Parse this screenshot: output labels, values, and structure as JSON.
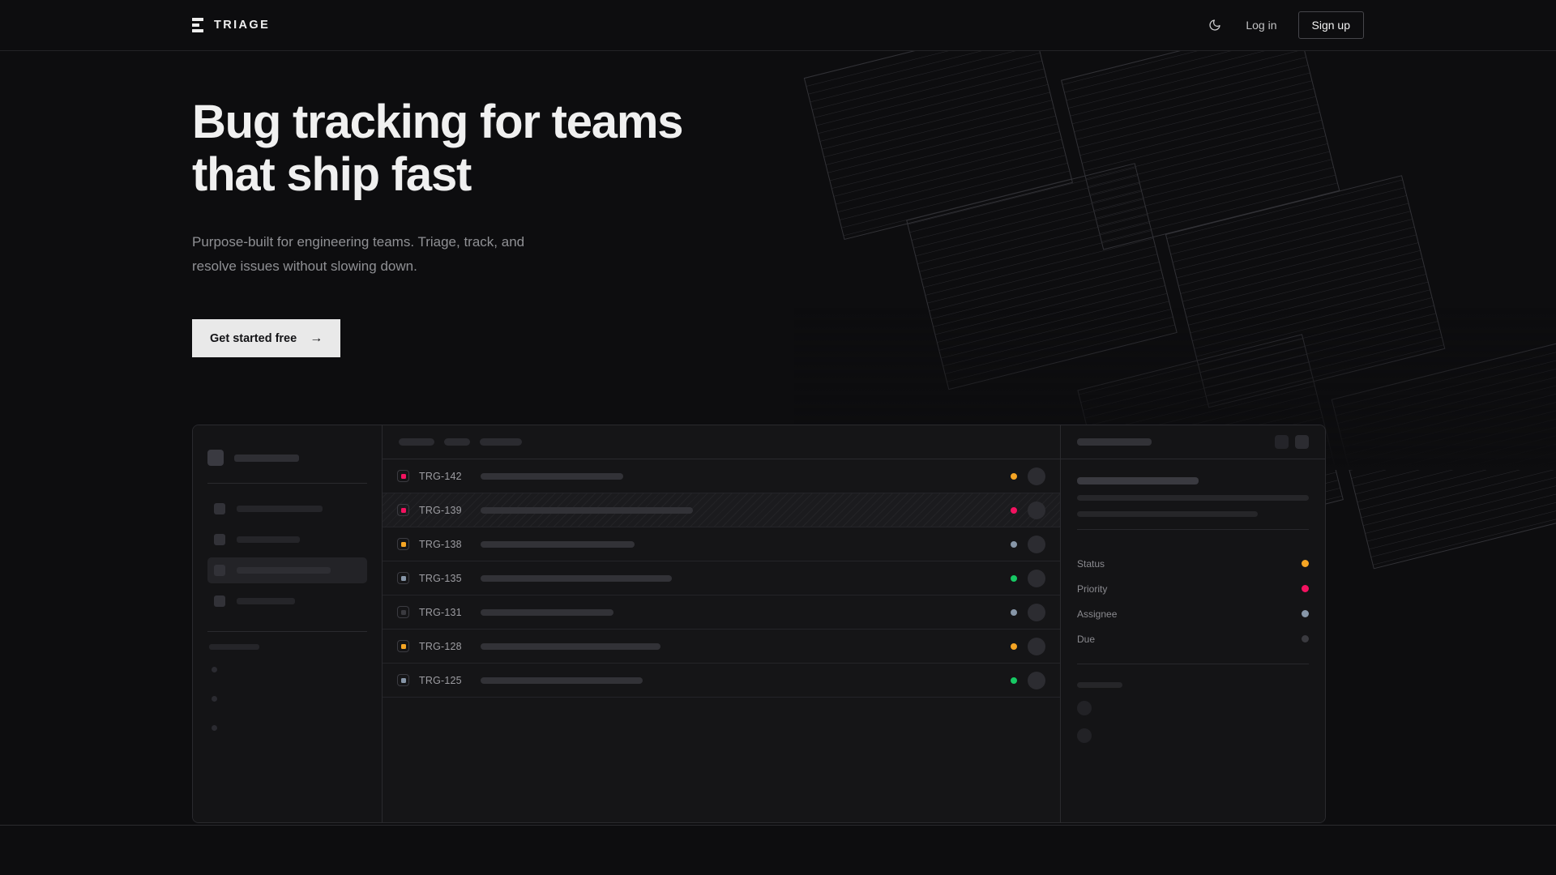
{
  "brand": {
    "name": "TRIAGE",
    "logo_icon": "stacked-bars-icon"
  },
  "nav": {
    "theme_toggle_icon": "moon-icon",
    "login_label": "Log in",
    "signup_label": "Sign up"
  },
  "hero": {
    "title": "Bug tracking for teams\nthat ship fast",
    "subtitle": "Purpose-built for engineering teams. Triage, track, and\nresolve issues without slowing down.",
    "cta_label": "Get started free",
    "cta_icon": "arrow-right-icon"
  },
  "colors": {
    "page_bg": "#0d0d0f",
    "panel_bg": "#151517",
    "border": "#2a2a2e",
    "text_primary": "#f0f0f0",
    "text_muted": "#8f9094",
    "accent_light": "#e9e9e9",
    "status_amber": "#f5a524",
    "status_rose": "#f31260",
    "status_green": "#17c964",
    "status_slate": "#8796a8",
    "status_gray": "#3a3a3f"
  },
  "mockup": {
    "sidebar": {
      "nav_items": 4,
      "active_index": 2,
      "mini_items": 3
    },
    "list": {
      "toolbar_pills": [
        44,
        32,
        52
      ],
      "issues": [
        {
          "id": "TRG-142",
          "priority_color": "#f31260",
          "status_color": "#f5a524",
          "title_width": 176,
          "selected": false
        },
        {
          "id": "TRG-139",
          "priority_color": "#f31260",
          "status_color": "#f31260",
          "title_width": 262,
          "selected": true
        },
        {
          "id": "TRG-138",
          "priority_color": "#f5a524",
          "status_color": "#8796a8",
          "title_width": 190,
          "selected": false
        },
        {
          "id": "TRG-135",
          "priority_color": "#8796a8",
          "status_color": "#17c964",
          "title_width": 236,
          "selected": false
        },
        {
          "id": "TRG-131",
          "priority_color": "#3a3a3f",
          "status_color": "#8796a8",
          "title_width": 164,
          "selected": false
        },
        {
          "id": "TRG-128",
          "priority_color": "#f5a524",
          "status_color": "#f5a524",
          "title_width": 222,
          "selected": false
        },
        {
          "id": "TRG-125",
          "priority_color": "#8796a8",
          "status_color": "#17c964",
          "title_width": 200,
          "selected": false
        }
      ]
    },
    "detail": {
      "header_actions": 2,
      "meta": [
        {
          "label": "Status",
          "dot_color": "#f5a524"
        },
        {
          "label": "Priority",
          "dot_color": "#f31260"
        },
        {
          "label": "Assignee",
          "dot_color": "#8796a8"
        },
        {
          "label": "Due",
          "dot_color": "#3a3a3f"
        }
      ],
      "activity_avatars": 2
    }
  }
}
